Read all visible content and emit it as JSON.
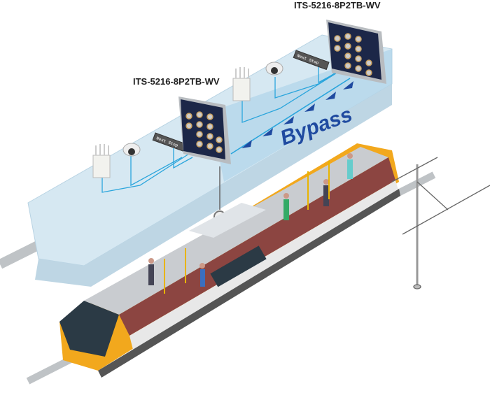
{
  "labels": {
    "switch_left": "ITS-5216-8P2TB-WV",
    "switch_right": "ITS-5216-8P2TB-WV",
    "bypass": "Bypass",
    "sign_left": "Next Stop",
    "sign_right": "Next Stop"
  },
  "colors": {
    "roof_panel": "#d6e8f2",
    "network_line": "#2aa5dc",
    "bypass_arrow": "#1f4aa0",
    "switch_face": "#1c2748",
    "tram_body": "#f2a81d",
    "tram_floor": "#7a3448"
  },
  "icons": [
    "wireless-ap-icon",
    "dome-camera-icon",
    "next-stop-sign-icon",
    "industrial-switch-icon",
    "tram-icon",
    "catenary-pole-icon",
    "passenger-icon"
  ]
}
